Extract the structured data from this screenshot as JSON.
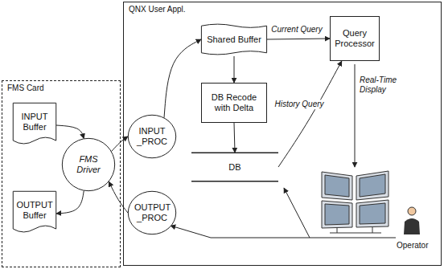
{
  "diagram": {
    "nodes": [
      {
        "text": [
          "FMS Card"
        ]
      },
      {
        "text": [
          "QNX User Appl."
        ]
      },
      {
        "text": [
          "Shared Buffer"
        ],
        "in": 1
      },
      {
        "text": [
          "Query Processor"
        ],
        "in": 1
      },
      {
        "text": [
          "DB Recode with Delta"
        ],
        "in": 1
      },
      {
        "text": [
          "INPUT Buffer"
        ],
        "in": 0
      },
      {
        "text": [
          "FMS Driver"
        ],
        "in": 0
      },
      {
        "text": [
          "INPUT _PROC"
        ],
        "in": 1
      },
      {
        "text": [
          "DB"
        ],
        "in": 1
      },
      {
        "text": [
          "OUTPUT Buffer"
        ],
        "in": 0
      },
      {
        "text": [
          "OUTPUT _PROC"
        ],
        "in": 1
      }
    ],
    "edges": [
      {
        "from": 5,
        "to": 6,
        "arrow": "to"
      },
      {
        "from": 6,
        "to": 9,
        "arrow": "to"
      },
      {
        "from": 6,
        "to": 7,
        "arrow": "to"
      },
      {
        "from": 10,
        "to": 6,
        "arrow": "to"
      },
      {
        "from": 7,
        "to": 2,
        "arrow": "to"
      },
      {
        "from": 2,
        "to": 3,
        "label": "Current Query",
        "arrow": "to"
      },
      {
        "from": 2,
        "to": 4,
        "arrow": "to"
      },
      {
        "from": 4,
        "to": 8,
        "arrow": "to"
      },
      {
        "from": 8,
        "to": 3,
        "label": "History Query",
        "arrow": "to"
      }
    ],
    "labels": [
      "Real-Time Display",
      "Operator"
    ]
  }
}
